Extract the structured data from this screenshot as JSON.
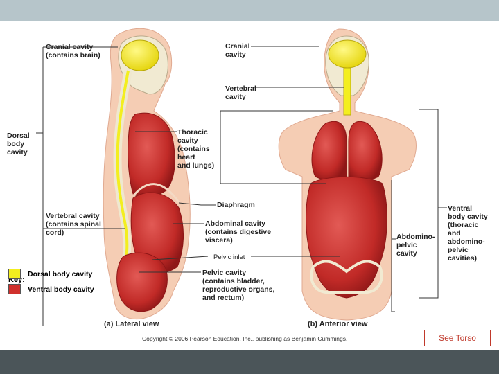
{
  "labels": {
    "cranial_cavity_lateral": "Cranial cavity\n(contains brain)",
    "dorsal_body_cavity": "Dorsal\nbody\ncavity",
    "thoracic_cavity": "Thoracic\ncavity\n(contains\nheart\nand lungs)",
    "diaphragm": "Diaphragm",
    "vertebral_cavity_lateral": "Vertebral cavity\n(contains spinal\ncord)",
    "abdominal_cavity": "Abdominal cavity\n(contains digestive\nviscera)",
    "pelvic_cavity": "Pelvic cavity\n(contains bladder,\nreproductive organs,\nand rectum)",
    "cranial_cavity_anterior": "Cranial\ncavity",
    "vertebral_cavity_anterior": "Vertebral\ncavity",
    "ventral_body_cavity": "Ventral\nbody cavity\n(thoracic\nand\nabdomino-\npelvic\ncavities)",
    "abdominopelvic_cavity": "Abdomino-\npelvic\ncavity",
    "pelvic_inlet": "Pelvic inlet"
  },
  "key": {
    "title": "Key:",
    "dorsal": "Dorsal body cavity",
    "ventral": "Ventral body cavity",
    "dorsal_color": "#f3ee1f",
    "ventral_color": "#d0312d"
  },
  "views": {
    "lateral": "(a) Lateral view",
    "anterior": "(b) Anterior view"
  },
  "copyright": "Copyright © 2006 Pearson Education, Inc., publishing as Benjamin Cummings.",
  "see_torso_button": "See Torso"
}
